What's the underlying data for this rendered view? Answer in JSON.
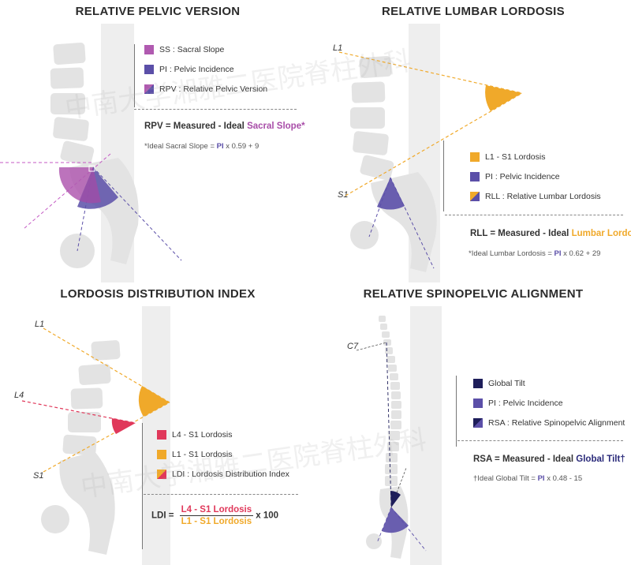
{
  "panels": {
    "rpv": {
      "title": "RELATIVE PELVIC VERSION",
      "legend": [
        {
          "label": "SS : Sacral Slope",
          "color": "#b05ab0"
        },
        {
          "label": "PI : Pelvic Incidence",
          "color": "#5b4fa8"
        },
        {
          "label": "RPV : Relative Pelvic Version",
          "color_a": "#b05ab0",
          "color_b": "#5b4fa8"
        }
      ],
      "formula_prefix": "RPV = Measured - Ideal ",
      "formula_highlight": "Sacral Slope*",
      "note_prefix": "*Ideal Sacral Slope = ",
      "note_pi": "PI",
      "note_suffix": " x 0.59 + 9"
    },
    "rll": {
      "title": "RELATIVE LUMBAR LORDOSIS",
      "label_top": "L1",
      "label_bottom": "S1",
      "legend": [
        {
          "label": "L1 - S1 Lordosis",
          "color": "#f0a92a"
        },
        {
          "label": "PI : Pelvic Incidence",
          "color": "#5b4fa8"
        },
        {
          "label": "RLL : Relative Lumbar Lordosis",
          "color_a": "#f0a92a",
          "color_b": "#5b4fa8"
        }
      ],
      "formula_prefix": "RLL = Measured - Ideal ",
      "formula_highlight": "Lumbar Lordosis*",
      "note_prefix": "*Ideal Lumbar Lordosis = ",
      "note_pi": "PI",
      "note_suffix": " x 0.62 + 29"
    },
    "ldi": {
      "title": "LORDOSIS DISTRIBUTION INDEX",
      "label_top": "L1",
      "label_mid": "L4",
      "label_bottom": "S1",
      "legend": [
        {
          "label": "L4 - S1 Lordosis",
          "color": "#e0385a"
        },
        {
          "label": "L1 - S1 Lordosis",
          "color": "#f0a92a"
        },
        {
          "label": "LDI : Lordosis Distribution Index",
          "color_a": "#f0a92a",
          "color_b": "#e0385a"
        }
      ],
      "formula_prefix": "LDI = ",
      "numerator": "L4 - S1 Lordosis",
      "denominator": "L1 - S1 Lordosis",
      "formula_suffix": " x 100"
    },
    "rsa": {
      "title": "RELATIVE SPINOPELVIC ALIGNMENT",
      "label_c7": "C7",
      "legend": [
        {
          "label": "Global Tilt",
          "color": "#1e1e5a"
        },
        {
          "label": "PI : Pelvic Incidence",
          "color": "#5b4fa8"
        },
        {
          "label": "RSA : Relative Spinopelvic Alignment",
          "color_a": "#1e1e5a",
          "color_b": "#5b4fa8"
        }
      ],
      "formula_prefix": "RSA = Measured - Ideal ",
      "formula_highlight": "Global Tilt†",
      "note_prefix": "†Ideal Global Tilt = ",
      "note_pi": "PI",
      "note_suffix": " x 0.48 - 15"
    }
  },
  "watermark": {
    "line1": "中南大学湘雅二医院脊柱外科",
    "line2": "中南大学湘雅二医院脊柱外科"
  }
}
